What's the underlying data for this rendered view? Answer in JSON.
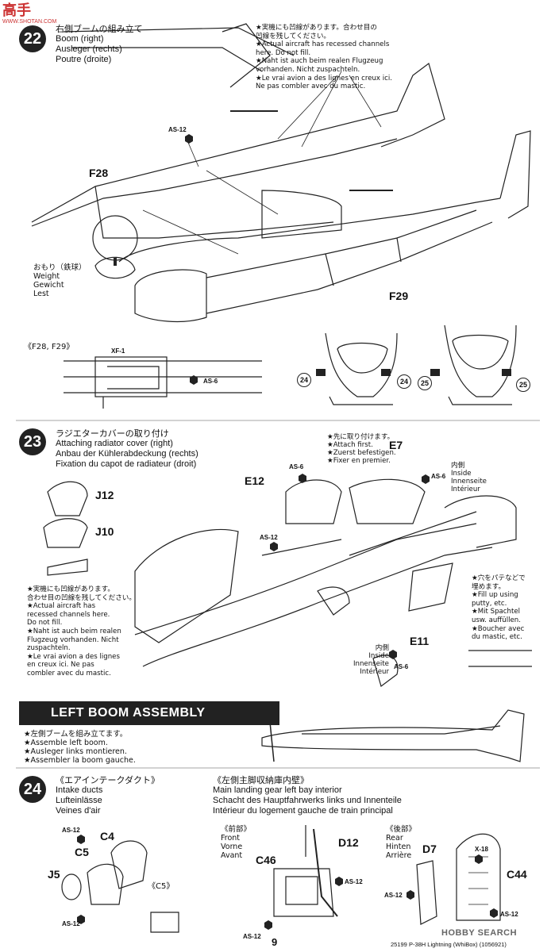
{
  "header": {
    "logo_text": "高手",
    "logo_url": "WWW.SHOTAN.COM"
  },
  "step22": {
    "number": "22",
    "title_jp": "右側ブームの組み立て",
    "title_en": "Boom (right)",
    "title_de": "Ausleger (rechts)",
    "title_fr": "Poutre (droite)",
    "note": "★実機にも凹線があります。合わせ目の\n凹線を残してください。\n★Actual aircraft has recessed channels\nhere. Do not fill.\n★Naht ist auch beim realen Flugzeug\nvorhanden. Nicht zuspachteln.\n★Le vrai avion a des lignes en creux ici.\nNe pas combler avec du mastic.",
    "part_f28": "F28",
    "part_f29": "F29",
    "glue_as12": "AS-12",
    "weight": "おもり（鉄球）\nWeight\nGewicht\nLest",
    "detail_label": "《F28, F29》",
    "xf1": "XF-1",
    "as6": "AS-6",
    "circ24": "24",
    "circ25": "25"
  },
  "step23": {
    "number": "23",
    "title_jp": "ラジエターカバーの取り付け",
    "title_en": "Attaching radiator cover (right)",
    "title_de": "Anbau der Kühlerabdeckung (rechts)",
    "title_fr": "Fixation du capot de radiateur (droit)",
    "attach_first": "★先に取り付けます。\n★Attach first.\n★Zuerst befestigen.\n★Fixer en premier.",
    "inside": "内側\nInside\nInnenseite\nIntérieur",
    "putty": "★穴をパテなどで\n埋めます。\n★Fill up using\nputty, etc.\n★Mit Spachtel\nusw. auffüllen.\n★Boucher avec\ndu mastic, etc.",
    "note": "★実機にも凹線があります。\n合わせ目の凹線を残してください。\n★Actual aircraft has\nrecessed channels here.\nDo not fill.\n★Naht ist auch beim realen\nFlugzeug vorhanden. Nicht\nzuspachteln.\n★Le vrai avion a des lignes\nen creux ici. Ne pas\ncombler avec du mastic.",
    "j12": "J12",
    "j10": "J10",
    "e12": "E12",
    "e7": "E7",
    "e11": "E11",
    "as6": "AS-6",
    "as12": "AS-12"
  },
  "banner": {
    "title": "LEFT BOOM ASSEMBLY",
    "instr": "★左側ブームを組み立てます。\n★Assemble left boom.\n★Ausleger links montieren.\n★Assembler la boom gauche."
  },
  "step24": {
    "number": "24",
    "intake_jp": "《エアインテークダクト》",
    "intake_en": "Intake ducts",
    "intake_de": "Lufteinlässe",
    "intake_fr": "Veines d'air",
    "gear_jp": "《左側主脚収納庫内壁》",
    "gear_en": "Main landing gear left bay interior",
    "gear_de": "Schacht des Hauptfahrwerks links und Innenteile",
    "gear_fr": "Intérieur du logement gauche de train principal",
    "front": "《前部》\nFront\nVorne\nAvant",
    "rear": "《後部》\nRear\nHinten\nArrière",
    "c4": "C4",
    "c5": "C5",
    "c5b": "《C5》",
    "j5": "J5",
    "c46": "C46",
    "d12": "D12",
    "d7": "D7",
    "c44": "C44",
    "as12": "AS-12",
    "x18": "X-18"
  },
  "footer": {
    "page": "9",
    "code": "25199 P-38H Lightning (WhiBox) (1056921)",
    "watermark": "HOBBY SEARCH"
  }
}
